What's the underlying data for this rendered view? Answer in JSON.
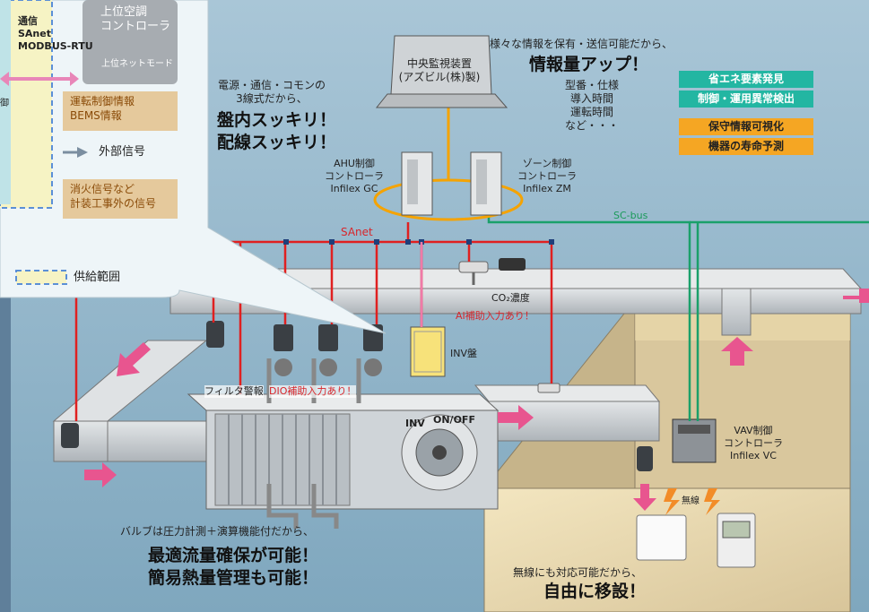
{
  "legend": {
    "comm_title": "通信",
    "comm_protocols": [
      "SAnet",
      "MODBUS-RTU"
    ],
    "upper_controller": "上位空調\nコントローラ",
    "upper_net_mode": "上位ネットモード",
    "control_info": "運転制御情報\nBEMS情報",
    "external_signal": "外部信号",
    "fire_signal": "消火信号など\n計装工事外の信号",
    "supply_scope": "供給範囲",
    "left_cut_char": "御"
  },
  "central_monitor": {
    "label": "中央監視装置\n(アズビル(株)製)",
    "info_note": "様々な情報を保有・送信可能だから、",
    "info_headline": "情報量アップ！",
    "info_items": "型番・仕様\n導入時間\n運転時間\nなど・・・"
  },
  "badges": {
    "teal": [
      "省エネ要素発見",
      "制御・運用異常検出"
    ],
    "orange": [
      "保守情報可視化",
      "機器の寿命予測"
    ]
  },
  "wiring": {
    "note": "電源・通信・コモンの\n3線式だから、",
    "headline": "盤内スッキリ！\n配線スッキリ！"
  },
  "controllers": {
    "ahu": "AHU制御\nコントローラ\nInfilex GC",
    "zone": "ゾーン制御\nコントローラ\nInfilex ZM",
    "vav": "VAV制御\nコントローラ\nInfilex VC"
  },
  "buses": {
    "sanet": "SAnet",
    "scbus": "SC-bus"
  },
  "sensors": {
    "co2": "CO₂濃度",
    "ai_note": "AI補助入力あり！",
    "inv_panel": "INV盤",
    "filter": "フィルタ警報",
    "dio_note": "DIO補助入力あり！",
    "inv": "INV",
    "onoff": "ON/OFF",
    "wireless": "無線"
  },
  "valve": {
    "note": "バルブは圧力計測＋演算機能付だから、",
    "headline": "最適流量確保が可能！\n簡易熱量管理も可能！"
  },
  "wireless_area": {
    "note": "無線にも対応可能だから、",
    "headline": "自由に移設！"
  },
  "colors": {
    "background": "#8fb3c8",
    "callout": "#eef5f8",
    "sanet_red": "#e02020",
    "scbus_green": "#1aa06a",
    "arrow_pink": "#e8558f",
    "duct_gray": "#c9ced2"
  }
}
